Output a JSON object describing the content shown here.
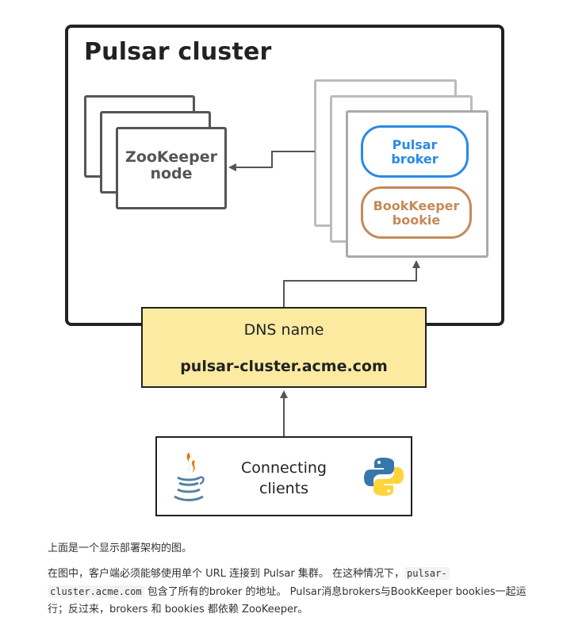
{
  "diagram": {
    "cluster_title": "Pulsar cluster",
    "zookeeper_label_line1": "ZooKeeper",
    "zookeeper_label_line2": "node",
    "broker_label_line1": "Pulsar",
    "broker_label_line2": "broker",
    "bookie_label_line1": "BookKeeper",
    "bookie_label_line2": "bookie",
    "dns_title": "DNS name",
    "dns_host": "pulsar-cluster.acme.com",
    "clients_line1": "Connecting",
    "clients_line2": "clients",
    "left_client_icon": "java-icon",
    "right_client_icon": "python-icon",
    "colors": {
      "broker": "#2a8ae5",
      "bookie": "#c48a58",
      "dns_fill": "#fbeaa0",
      "zookeeper": "#555555"
    }
  },
  "caption": {
    "line1": "上面是一个显示部署架构的图。",
    "p2_part1": "在图中，客户端必须能够使用单个 URL 连接到 Pulsar 集群。 在这种情况下，",
    "p2_code1": "pulsar-",
    "p2_code2": "cluster.acme.com",
    "p2_part2": " 包含了所有的broker 的地址。 Pulsar消息brokers与BookKeeper bookies一起运",
    "p2_part3": "行；反过来，brokers 和 bookies 都依赖 ZooKeeper。"
  }
}
